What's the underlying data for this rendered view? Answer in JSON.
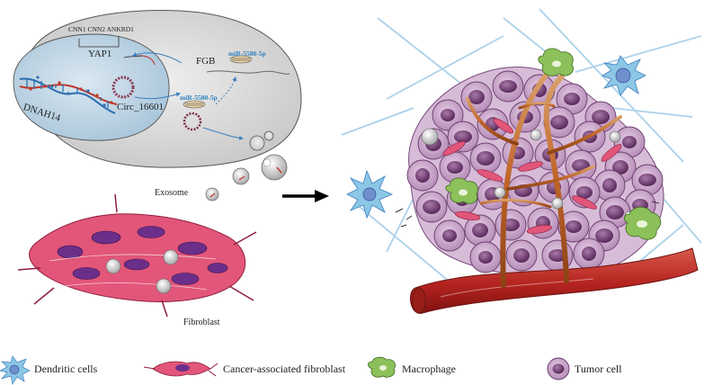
{
  "cell_labels": {
    "genes_top": "CNN1 CNN2 ANKRD1",
    "yap1": "YAP1",
    "fgb": "FGB",
    "mir_upper": "miR-5580-5p",
    "mir_lower": "miR-5580-5p",
    "dnah14": "DNAH14",
    "circ": "Circ_16601",
    "exosome": "Exosome",
    "fibroblast": "Fibroblast"
  },
  "legend": [
    {
      "icon": "dendritic-cell-icon",
      "label": "Dendritic cells"
    },
    {
      "icon": "cancer-associated-fibroblast-icon",
      "label": "Cancer-associated fibroblast"
    },
    {
      "icon": "macrophage-icon",
      "label": "Macrophage"
    },
    {
      "icon": "tumor-cell-icon",
      "label": "Tumor cell"
    }
  ],
  "colors": {
    "cell_body": "#d9d9d9",
    "nucleus": "#c9dce9",
    "mirna": "#2c7fc0",
    "fibroblast": "#e0476a",
    "fibroblast_nucleus": "#6b2f8a",
    "tumor": "#c9a3c9",
    "tumor_nucleus": "#7a4a7c",
    "vessel": "#c0652a",
    "blood_vessel": "#b5231f",
    "macrophage": "#8cc05a",
    "dendritic": "#8cc7e6"
  }
}
